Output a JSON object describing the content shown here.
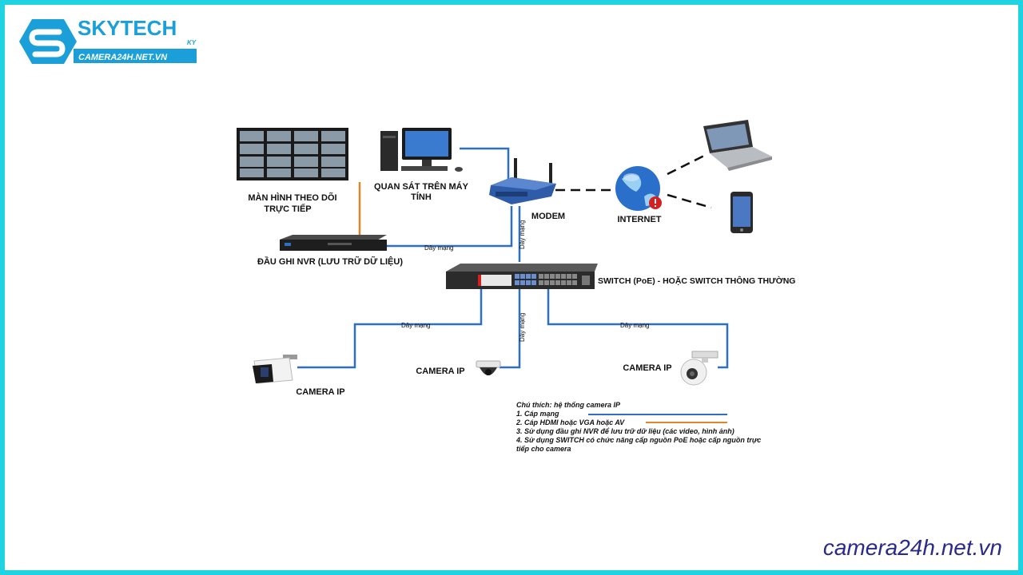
{
  "logo": {
    "brand": "SKYTECH",
    "suffix": "KY",
    "domain": "CAMERA24H.NET.VN"
  },
  "website": "camera24h.net.vn",
  "labels": {
    "monitor": [
      "MÀN HÌNH THEO DÕI",
      "TRỰC TIẾP"
    ],
    "pc": [
      "QUAN SÁT TRÊN MÁY",
      "TÍNH"
    ],
    "modem": "MODEM",
    "internet": "INTERNET",
    "nvr": "ĐẦU GHI NVR (LƯU TRỮ DỮ LIỆU)",
    "switch": "SWITCH (PoE) - HOẶC SWITCH THÔNG THƯỜNG",
    "camera_left": "CAMERA IP",
    "camera_mid": "CAMERA IP",
    "camera_right": "CAMERA IP",
    "cable_nvr_modem": "Dây mạng",
    "cable_modem_switch": "Dây mạng",
    "cable_switch_mid": "Dây mạng",
    "cable_left": "Dây mạng",
    "cable_right": "Dây mạng"
  },
  "legend": {
    "title": "Chú thích: hệ thống camera IP",
    "items": [
      "1. Cáp mạng",
      "2. Cáp HDMI hoặc VGA hoặc AV",
      "3. Sử dụng đầu ghi NVR để lưu trữ dữ liệu (các video, hình ảnh)",
      "4. Sử dụng SWITCH có chức năng cấp nguồn PoE hoặc cấp nguồn trực",
      "tiếp cho camera"
    ]
  },
  "colors": {
    "network_cable": "#2f6fc0",
    "video_cable": "#e0862a",
    "frame": "#1fd3e0",
    "brand": "#1a9fd8",
    "website": "#2a2a8a"
  },
  "icons": [
    "logo-s-icon",
    "monitor-wall-icon",
    "desktop-pc-icon",
    "router-icon",
    "globe-icon",
    "laptop-icon",
    "smartphone-icon",
    "nvr-icon",
    "switch-icon",
    "bullet-camera-icon",
    "dome-camera-icon",
    "ptz-camera-icon"
  ]
}
